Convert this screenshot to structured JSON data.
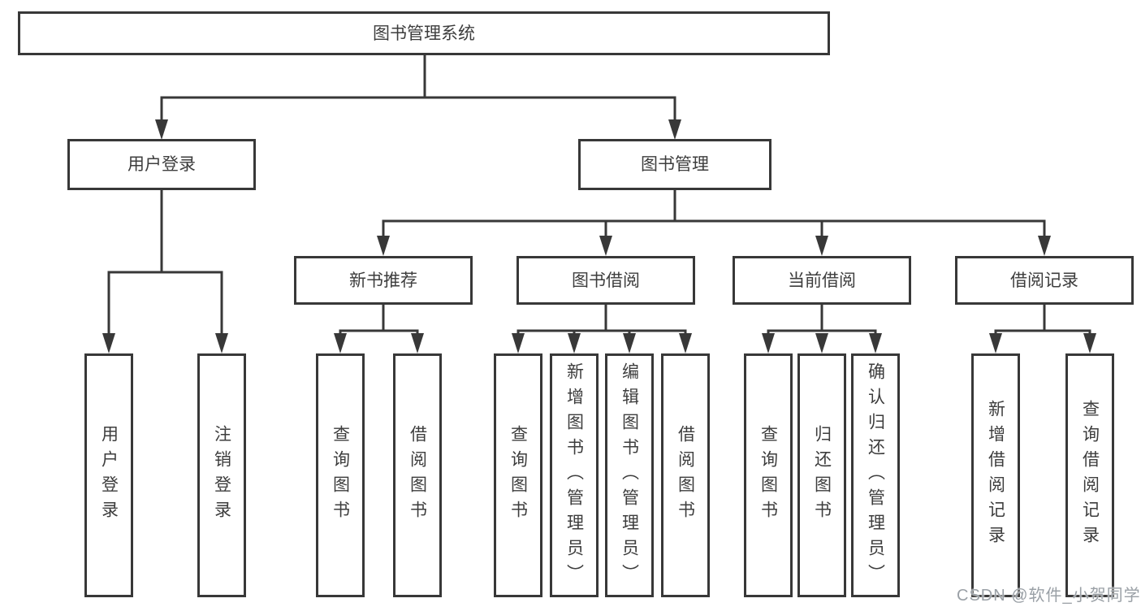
{
  "diagram": {
    "root": {
      "label": "图书管理系统"
    },
    "branches": [
      {
        "label": "用户登录",
        "children": [
          {
            "label": "用户登录"
          },
          {
            "label": "注销登录"
          }
        ]
      },
      {
        "label": "图书管理",
        "sections": [
          {
            "label": "新书推荐",
            "children": [
              {
                "label": "查询图书"
              },
              {
                "label": "借阅图书"
              }
            ]
          },
          {
            "label": "图书借阅",
            "children": [
              {
                "label": "查询图书"
              },
              {
                "label": "新增图书（管理员）"
              },
              {
                "label": "编辑图书（管理员）"
              },
              {
                "label": "借阅图书"
              }
            ]
          },
          {
            "label": "当前借阅",
            "children": [
              {
                "label": "查询图书"
              },
              {
                "label": "归还图书"
              },
              {
                "label": "确认归还（管理员）"
              }
            ]
          },
          {
            "label": "借阅记录",
            "children": [
              {
                "label": "新增借阅记录"
              },
              {
                "label": "查询借阅记录"
              }
            ]
          }
        ]
      }
    ]
  },
  "watermark": {
    "text": "CSDN @软件_小贺同学"
  },
  "colors": {
    "line": "#383838",
    "text": "#3d3d3d",
    "background": "#ffffff",
    "watermark": "#9aa0a6"
  }
}
